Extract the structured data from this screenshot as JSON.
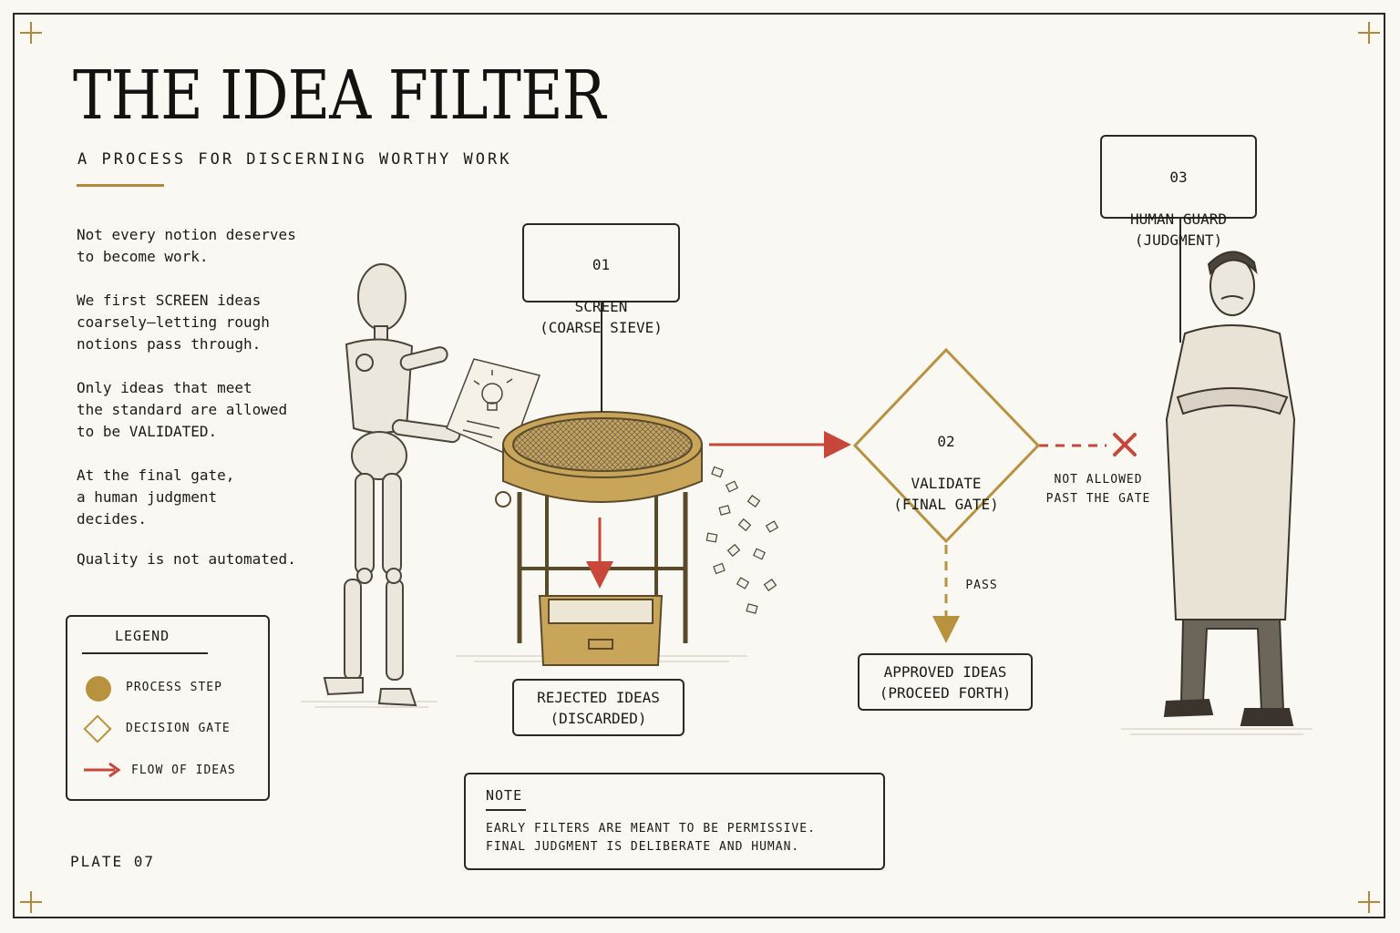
{
  "title": "THE IDEA FILTER",
  "subtitle": "A PROCESS FOR DISCERNING WORTHY WORK",
  "intro": {
    "p1": "Not every notion deserves\nto become work.",
    "p2": "We first SCREEN ideas\ncoarsely—letting rough\nnotions pass through.",
    "p3": "Only ideas that meet\nthe standard are allowed\nto be VALIDATED.",
    "p4": "At the final gate,\na human judgment\ndecides.",
    "p5": "Quality is not automated."
  },
  "steps": {
    "screen": {
      "number": "01",
      "label": "SCREEN\n(COARSE SIEVE)"
    },
    "validate": {
      "number": "02",
      "label": "VALIDATE\n(FINAL GATE)"
    },
    "guard": {
      "number": "03",
      "label": "HUMAN GUARD\n(JUDGMENT)"
    }
  },
  "outcomes": {
    "rejected": "REJECTED IDEAS\n(DISCARDED)",
    "approved": "APPROVED IDEAS\n(PROCEED FORTH)",
    "not_allowed": "NOT ALLOWED\nPAST THE GATE",
    "pass": "PASS"
  },
  "legend": {
    "title": "LEGEND",
    "process_step": "PROCESS STEP",
    "decision_gate": "DECISION GATE",
    "flow": "FLOW OF IDEAS"
  },
  "note": {
    "title": "NOTE",
    "body": "EARLY FILTERS ARE MEANT TO BE PERMISSIVE.\nFINAL JUDGMENT IS DELIBERATE AND HUMAN."
  },
  "plate": "PLATE 07",
  "colors": {
    "gold": "#b8923f",
    "red_flow": "#c8473a",
    "ink": "#1c1a17",
    "paper": "#faf8f2"
  },
  "icons": [
    "lightbulb-icon",
    "rejected-x-icon"
  ]
}
